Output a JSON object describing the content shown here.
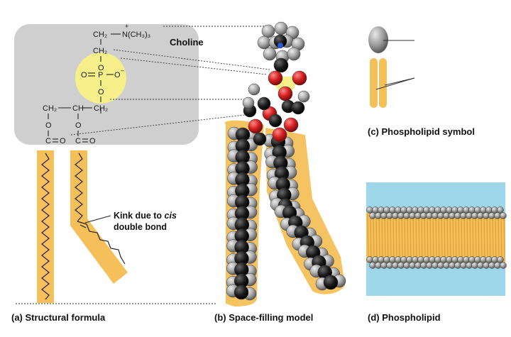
{
  "labels": {
    "choline": "Choline",
    "kink_line1": "Kink due to",
    "kink_cis": "cis",
    "kink_line2": "double bond",
    "caption_a": "(a) Structural formula",
    "caption_b": "(b) Space-filling model",
    "caption_c": "(c) Phospholipid symbol",
    "caption_d": "(d) Phospholipid"
  },
  "formula": {
    "ch2_top": "CH₂",
    "n_group": "N(CH₃)₃",
    "n_charge": "+",
    "ch2_mid": "CH₂",
    "o_upper": "O",
    "phos_o_left": "O",
    "phos_p": "P",
    "phos_o_right": "O",
    "phos_o_charge": "–",
    "o_lower": "O",
    "glyc_left": "CH₂",
    "glyc_mid": "CH",
    "glyc_right": "CH₂",
    "ester_o_left": "O",
    "ester_o_right": "O",
    "carbonyl_c_left": "C",
    "carbonyl_o_left": "O",
    "carbonyl_c_right": "C",
    "carbonyl_o_right": "O"
  },
  "colors": {
    "head_box": "#cfcfcf",
    "phosphate": "#f7f08a",
    "tail": "#f5c05a",
    "water": "#9fd6ea",
    "carbon": "#151515",
    "hydrogen": "#a9a9a9",
    "oxygen": "#d42020",
    "nitrogen": "#2a5bd7"
  }
}
